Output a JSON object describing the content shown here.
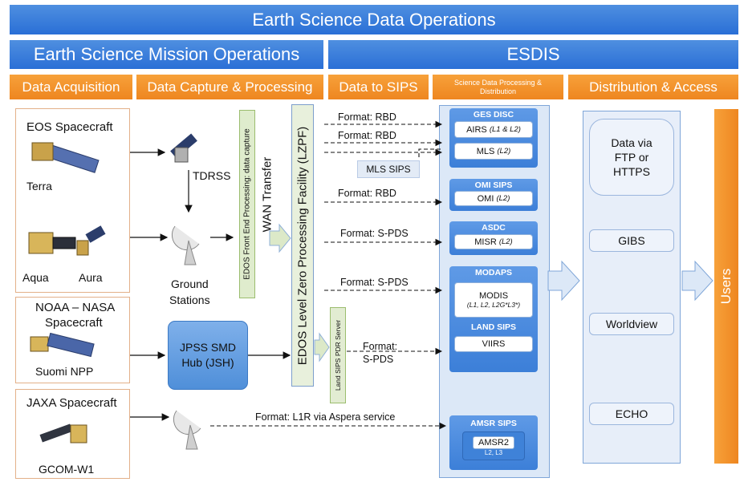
{
  "header": {
    "top": "Earth Science Data Operations",
    "left": "Earth Science Mission Operations",
    "right": "ESDIS"
  },
  "phases": {
    "acquisition": "Data Acquisition",
    "capture": "Data Capture & Processing",
    "to_sips": "Data to SIPS",
    "science_l1": "Science Data Processing &",
    "science_l2": "Distribution",
    "distribution": "Distribution & Access"
  },
  "sources": {
    "eos": {
      "title": "EOS Spacecraft",
      "terra": "Terra",
      "aqua": "Aqua",
      "aura": "Aura"
    },
    "noaa": {
      "title_l1": "NOAA – NASA",
      "title_l2": "Spacecraft",
      "sat": "Suomi NPP"
    },
    "jaxa": {
      "title": "JAXA Spacecraft",
      "sat": "GCOM-W1"
    }
  },
  "relay": {
    "tdrss": "TDRSS",
    "ground_l1": "Ground",
    "ground_l2": "Stations",
    "jpss_l1": "JPSS SMD",
    "jpss_l2": "Hub (JSH)"
  },
  "processing": {
    "edos_front": "EDOS Front End Processing: data capture",
    "wan": "WAN Transfer",
    "lzpf": "EDOS Level Zero Processing Facility (LZPF)",
    "land_pdr": "Land SIPS PDR Server"
  },
  "formats": {
    "rbd1": "Format: RBD",
    "rbd2": "Format: RBD",
    "mls_sips": "MLS SIPS",
    "rbd3": "Format: RBD",
    "spds1": "Format: S-PDS",
    "spds2": "Format: S-PDS",
    "spds3_l1": "Format:",
    "spds3_l2": "S-PDS",
    "l1r": "Format: L1R via Aspera service"
  },
  "centers": {
    "ges_disc": {
      "name": "GES DISC",
      "airs": "AIRS",
      "airs_lv": "(L1 & L2)",
      "mls": "MLS",
      "mls_lv": "(L2)"
    },
    "omi_sips": {
      "name": "OMI SIPS",
      "omi": "OMI",
      "omi_lv": "(L2)"
    },
    "asdc": {
      "name": "ASDC",
      "misr": "MISR",
      "misr_lv": "(L2)"
    },
    "modaps": {
      "name": "MODAPS",
      "modis": "MODIS",
      "modis_lv": "(L1, L2, L2G*L3*)"
    },
    "land_sips": {
      "name": "LAND SIPS",
      "viirs": "VIIRS"
    },
    "amsr_sips": {
      "name": "AMSR SIPS",
      "amsr2": "AMSR2",
      "amsr2_lv": "L2, L3"
    }
  },
  "distribution": {
    "ftp_l1": "Data via",
    "ftp_l2": "FTP or",
    "ftp_l3": "HTTPS",
    "gibs": "GIBS",
    "worldview": "Worldview",
    "echo": "ECHO"
  },
  "users": "Users"
}
